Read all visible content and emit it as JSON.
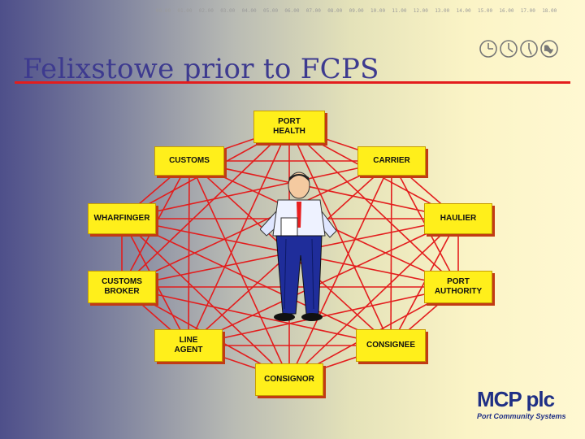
{
  "title": "Felixstowe prior to FCPS",
  "timeline": [
    "00.00",
    "01.00",
    "02.00",
    "03.00",
    "04.00",
    "05.00",
    "06.00",
    "07.00",
    "08.00",
    "09.00",
    "10.00",
    "11.00",
    "12.00",
    "13.00",
    "14.00",
    "15.00",
    "16.00",
    "17.00",
    "18.00"
  ],
  "nodes": [
    {
      "id": "port-health",
      "label": "PORT\nHEALTH"
    },
    {
      "id": "carrier",
      "label": "CARRIER"
    },
    {
      "id": "haulier",
      "label": "HAULIER"
    },
    {
      "id": "port-authority",
      "label": "PORT\nAUTHORITY"
    },
    {
      "id": "consignee",
      "label": "CONSIGNEE"
    },
    {
      "id": "consignor",
      "label": "CONSIGNOR"
    },
    {
      "id": "line-agent",
      "label": "LINE\nAGENT"
    },
    {
      "id": "customs-broker",
      "label": "CUSTOMS\nBROKER"
    },
    {
      "id": "wharfinger",
      "label": "WHARFINGER"
    },
    {
      "id": "customs",
      "label": "CUSTOMS"
    }
  ],
  "logo": {
    "main": "MCP plc",
    "sub": "Port Community Systems"
  },
  "colors": {
    "title": "#3d3a8f",
    "rule": "#e31d1d",
    "line": "#e31d1d",
    "box": "#ffef1b",
    "logo": "#1f2f85"
  },
  "icons": [
    "clock-icon",
    "clock-icon",
    "clock-icon",
    "globe-icon"
  ]
}
